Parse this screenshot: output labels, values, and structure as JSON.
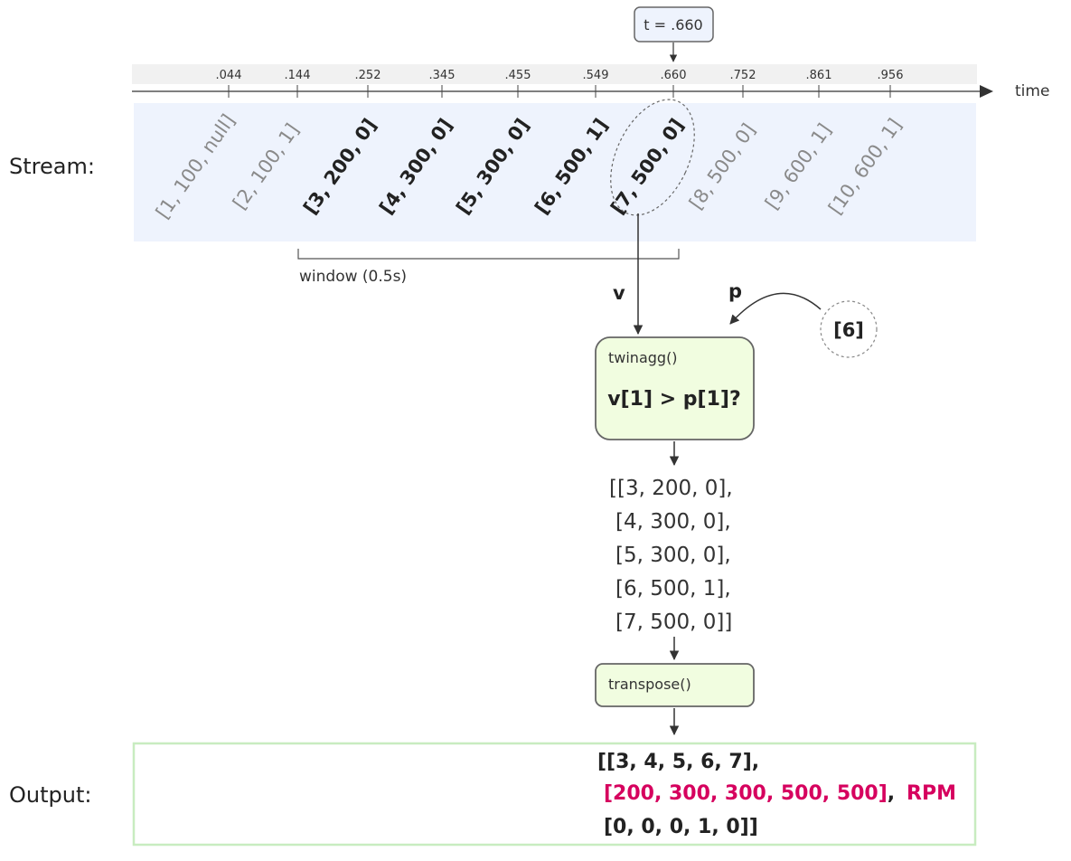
{
  "cursor": {
    "label": "t = .660"
  },
  "axis": {
    "ticks": [
      ".044",
      ".144",
      ".252",
      ".345",
      ".455",
      ".549",
      ".660",
      ".752",
      ".861",
      ".956"
    ],
    "label": "time"
  },
  "rows": {
    "stream_label": "Stream:",
    "output_label": "Output:"
  },
  "stream": {
    "events": [
      {
        "text": "[1, 100, null]",
        "in_window": false
      },
      {
        "text": "[2, 100, 1]",
        "in_window": false
      },
      {
        "text": "[3, 200, 0]",
        "in_window": true
      },
      {
        "text": "[4, 300, 0]",
        "in_window": true
      },
      {
        "text": "[5, 300, 0]",
        "in_window": true
      },
      {
        "text": "[6, 500, 1]",
        "in_window": true
      },
      {
        "text": "[7, 500, 0]",
        "in_window": true,
        "current": true
      },
      {
        "text": "[8, 500, 0]",
        "in_window": false
      },
      {
        "text": "[9, 600, 1]",
        "in_window": false
      },
      {
        "text": "[10, 600, 1]",
        "in_window": false
      }
    ]
  },
  "window": {
    "label": "window (0.5s)"
  },
  "edges": {
    "v_label": "v",
    "p_label": "p"
  },
  "p_input": {
    "value": "[6]"
  },
  "twinagg": {
    "title": "twinagg()",
    "expression": "v[1] > p[1]?"
  },
  "intermediate": {
    "lines": [
      "[[3, 200, 0],",
      "[4, 300, 0],",
      "[5, 300, 0],",
      "[6, 500, 1],",
      "[7, 500, 0]]"
    ]
  },
  "transpose": {
    "title": "transpose()"
  },
  "output": {
    "line1": "[[3, 4, 5, 6, 7],",
    "line2": "[200, 300, 300, 500, 500]",
    "line2_suffix": ",",
    "line3": "[0, 0, 0, 1, 0]]",
    "annotation": "RPM"
  },
  "colors": {
    "stream_bg": "#eef3fd",
    "axis_band": "#f1f1f1",
    "node_fill": "#f1fde0",
    "node_stroke": "#666666",
    "output_border": "#c8ecc0",
    "accent": "#d6005e",
    "dim_text": "#8a8a8a"
  }
}
